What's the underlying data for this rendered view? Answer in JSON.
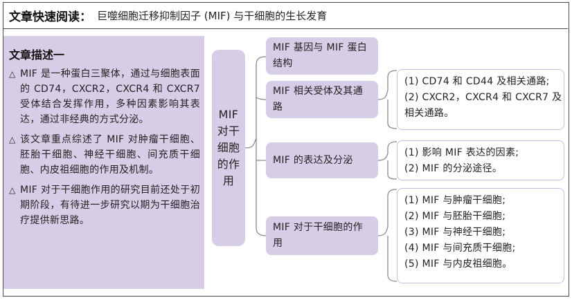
{
  "header": {
    "title": "文章快速阅读",
    "colon": "：",
    "subtitle": "巨噬细胞迁移抑制因子 (MIF) 与干细胞的生长发育"
  },
  "summary": {
    "heading": "文章描述一",
    "bullet": "△",
    "items": [
      "MIF 是一种蛋白三聚体，通过与细胞表面的 CD74，CXCR2，CXCR4 和 CXCR7 受体结合发挥作用，多种因素影响其表达，通过非经典的方式分泌。",
      "该文章重点综述了 MIF 对肿瘤干细胞、胚胎干细胞、神经干细胞、间充质干细胞、内皮祖细胞的作用及机制。",
      "MIF 对于干细胞作用的研究目前还处于初期阶段，有待进一步研究以期为干细胞治疗提供新思路。"
    ]
  },
  "center": {
    "label": "MIF对干细胞的作用"
  },
  "topics": [
    {
      "label": "MIF 基因与 MIF 蛋白结构"
    },
    {
      "label": "MIF 相关受体及其通路"
    },
    {
      "label": "MIF 的表达及分泌"
    },
    {
      "label": "MIF 对于干细胞的作用"
    }
  ],
  "details": [
    {
      "lines": [
        "(1) CD74 和 CD44 及相关通路;",
        "(2) CXCR2，CXCR4 和 CXCR7 及",
        "相关通路。"
      ]
    },
    {
      "lines": [
        "(1) 影响 MIF 表达的因素;",
        "(2) MIF 的分泌途径。"
      ]
    },
    {
      "lines": [
        "(1) MIF 与肿瘤干细胞;",
        "(2) MIF 与胚胎干细胞;",
        "(3) MIF 与神经干细胞;",
        "(4) MIF 与间充质干细胞;",
        "(5) MIF 与内皮祖细胞。"
      ]
    }
  ],
  "colors": {
    "box_fill": "#d7cde6",
    "line": "#8a8a8a",
    "border": "#4a4a4a"
  }
}
